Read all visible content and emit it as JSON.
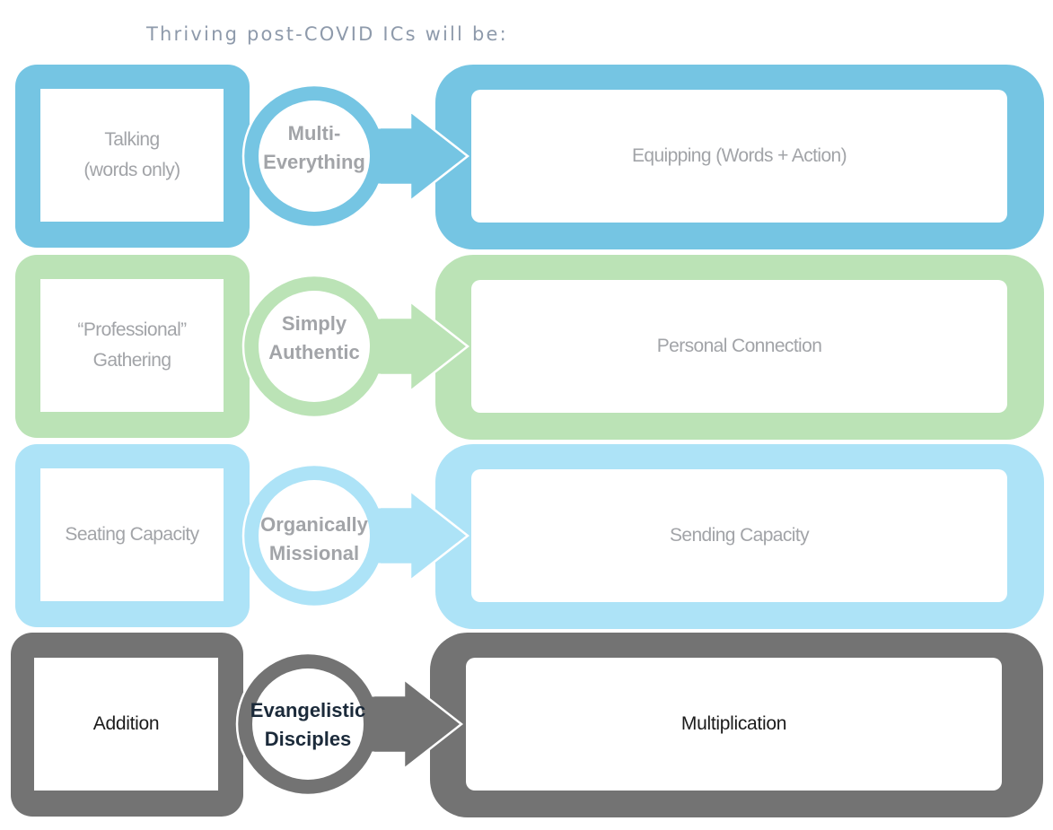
{
  "header": {
    "title": "Thriving post-COVID ICs will be:"
  },
  "rows": [
    {
      "color": "#75c5e3",
      "from_text": "Talking\n(words only)",
      "center_text": "Multi-\nEverything",
      "to_text": "Equipping (Words + Action)",
      "text_color": "#a2a4a8",
      "center_text_color": "#a2a4a8"
    },
    {
      "color": "#bbe3b6",
      "from_text": "“Professional”\nGathering",
      "center_text": "Simply\nAuthentic",
      "to_text": "Personal Connection",
      "text_color": "#a2a4a8",
      "center_text_color": "#a2a4a8"
    },
    {
      "color": "#ade3f7",
      "from_text": "Seating Capacity",
      "center_text": "Organically\nMissional",
      "to_text": "Sending Capacity",
      "text_color": "#a2a4a8",
      "center_text_color": "#a2a4a8"
    },
    {
      "color": "#737373",
      "from_text": "Addition",
      "center_text": "Evangelistic\nDisciples",
      "to_text": "Multiplication",
      "text_color": "#1b1b1b",
      "center_text_color": "#1b2a3a"
    }
  ]
}
